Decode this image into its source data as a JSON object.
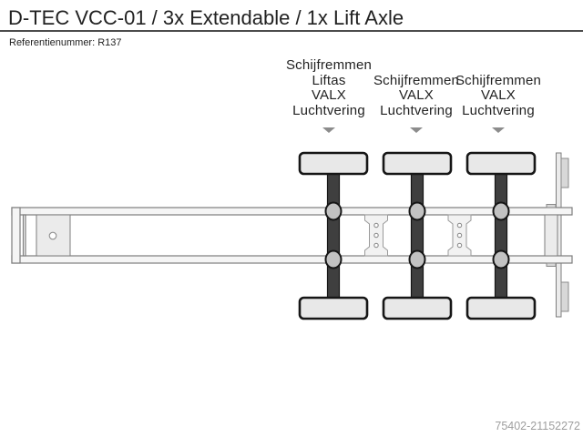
{
  "header": {
    "title": "D-TEC VCC-01 / 3x Extendable / 1x Lift Axle",
    "reference_label": "Referentienummer:",
    "reference_value": "R137"
  },
  "axle_annotations": [
    {
      "lines": [
        "Schijfremmen",
        "Liftas",
        "VALX",
        "Luchtvering"
      ]
    },
    {
      "lines": [
        "Schijfremmen",
        "VALX",
        "Luchtvering"
      ]
    },
    {
      "lines": [
        "Schijfremmen",
        "VALX",
        "Luchtvering"
      ]
    }
  ],
  "icons": {
    "arrow_1": "down-arrow-icon",
    "arrow_2": "down-arrow-icon",
    "arrow_3": "down-arrow-icon"
  },
  "footer": {
    "watermark": "75402-21152272"
  },
  "colors": {
    "text": "#222222",
    "divider": "#4d4d4d",
    "outline": "#161616",
    "axle": "#3f3f3f",
    "wheel_fill": "#e8e8e8",
    "suspension": "#c2c2c2",
    "frame_stroke": "#7d7d7d",
    "frame_fill": "#f5f5f5",
    "plate_fill": "#ebebeb",
    "cross_fill": "#f2f2f2",
    "arrow": "#8c8c8c",
    "watermark": "#9e9e9e"
  }
}
